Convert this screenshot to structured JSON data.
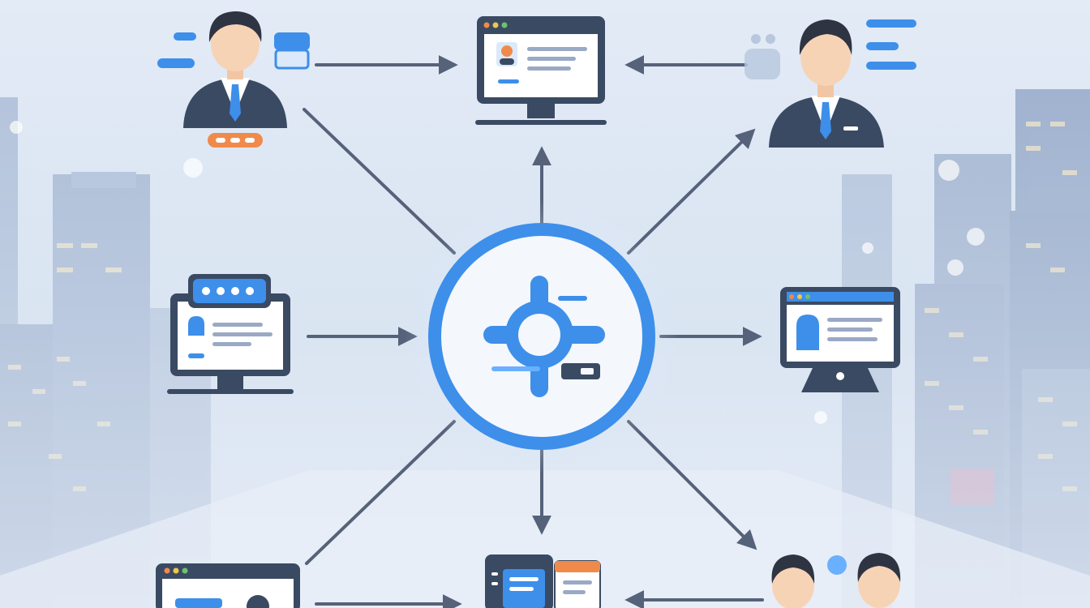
{
  "colors": {
    "primary_blue": "#3d8fea",
    "dark_navy": "#3a4a63",
    "arrow_gray": "#56627a",
    "accent_orange": "#f08a4b",
    "screen_white": "#ffffff",
    "skin": "#f7d3b6",
    "hair": "#2f3442",
    "city_blue": "#8fa6c8"
  },
  "hub": {
    "icon": "crosshair-network-icon"
  },
  "nodes": [
    {
      "id": "person-top-left",
      "kind": "person",
      "icon": "businessman-icon"
    },
    {
      "id": "monitor-top-center",
      "kind": "monitor",
      "icon": "profile-monitor-icon"
    },
    {
      "id": "person-top-right",
      "kind": "person",
      "icon": "businessman-icon"
    },
    {
      "id": "monitor-mid-left",
      "kind": "monitor",
      "icon": "password-monitor-icon"
    },
    {
      "id": "monitor-mid-right",
      "kind": "monitor",
      "icon": "lock-monitor-icon"
    },
    {
      "id": "monitor-bottom-left",
      "kind": "monitor",
      "icon": "user-monitor-icon"
    },
    {
      "id": "docs-bottom-center",
      "kind": "documents",
      "icon": "documents-icon"
    },
    {
      "id": "people-bottom-right",
      "kind": "people",
      "icon": "two-people-icon"
    }
  ]
}
